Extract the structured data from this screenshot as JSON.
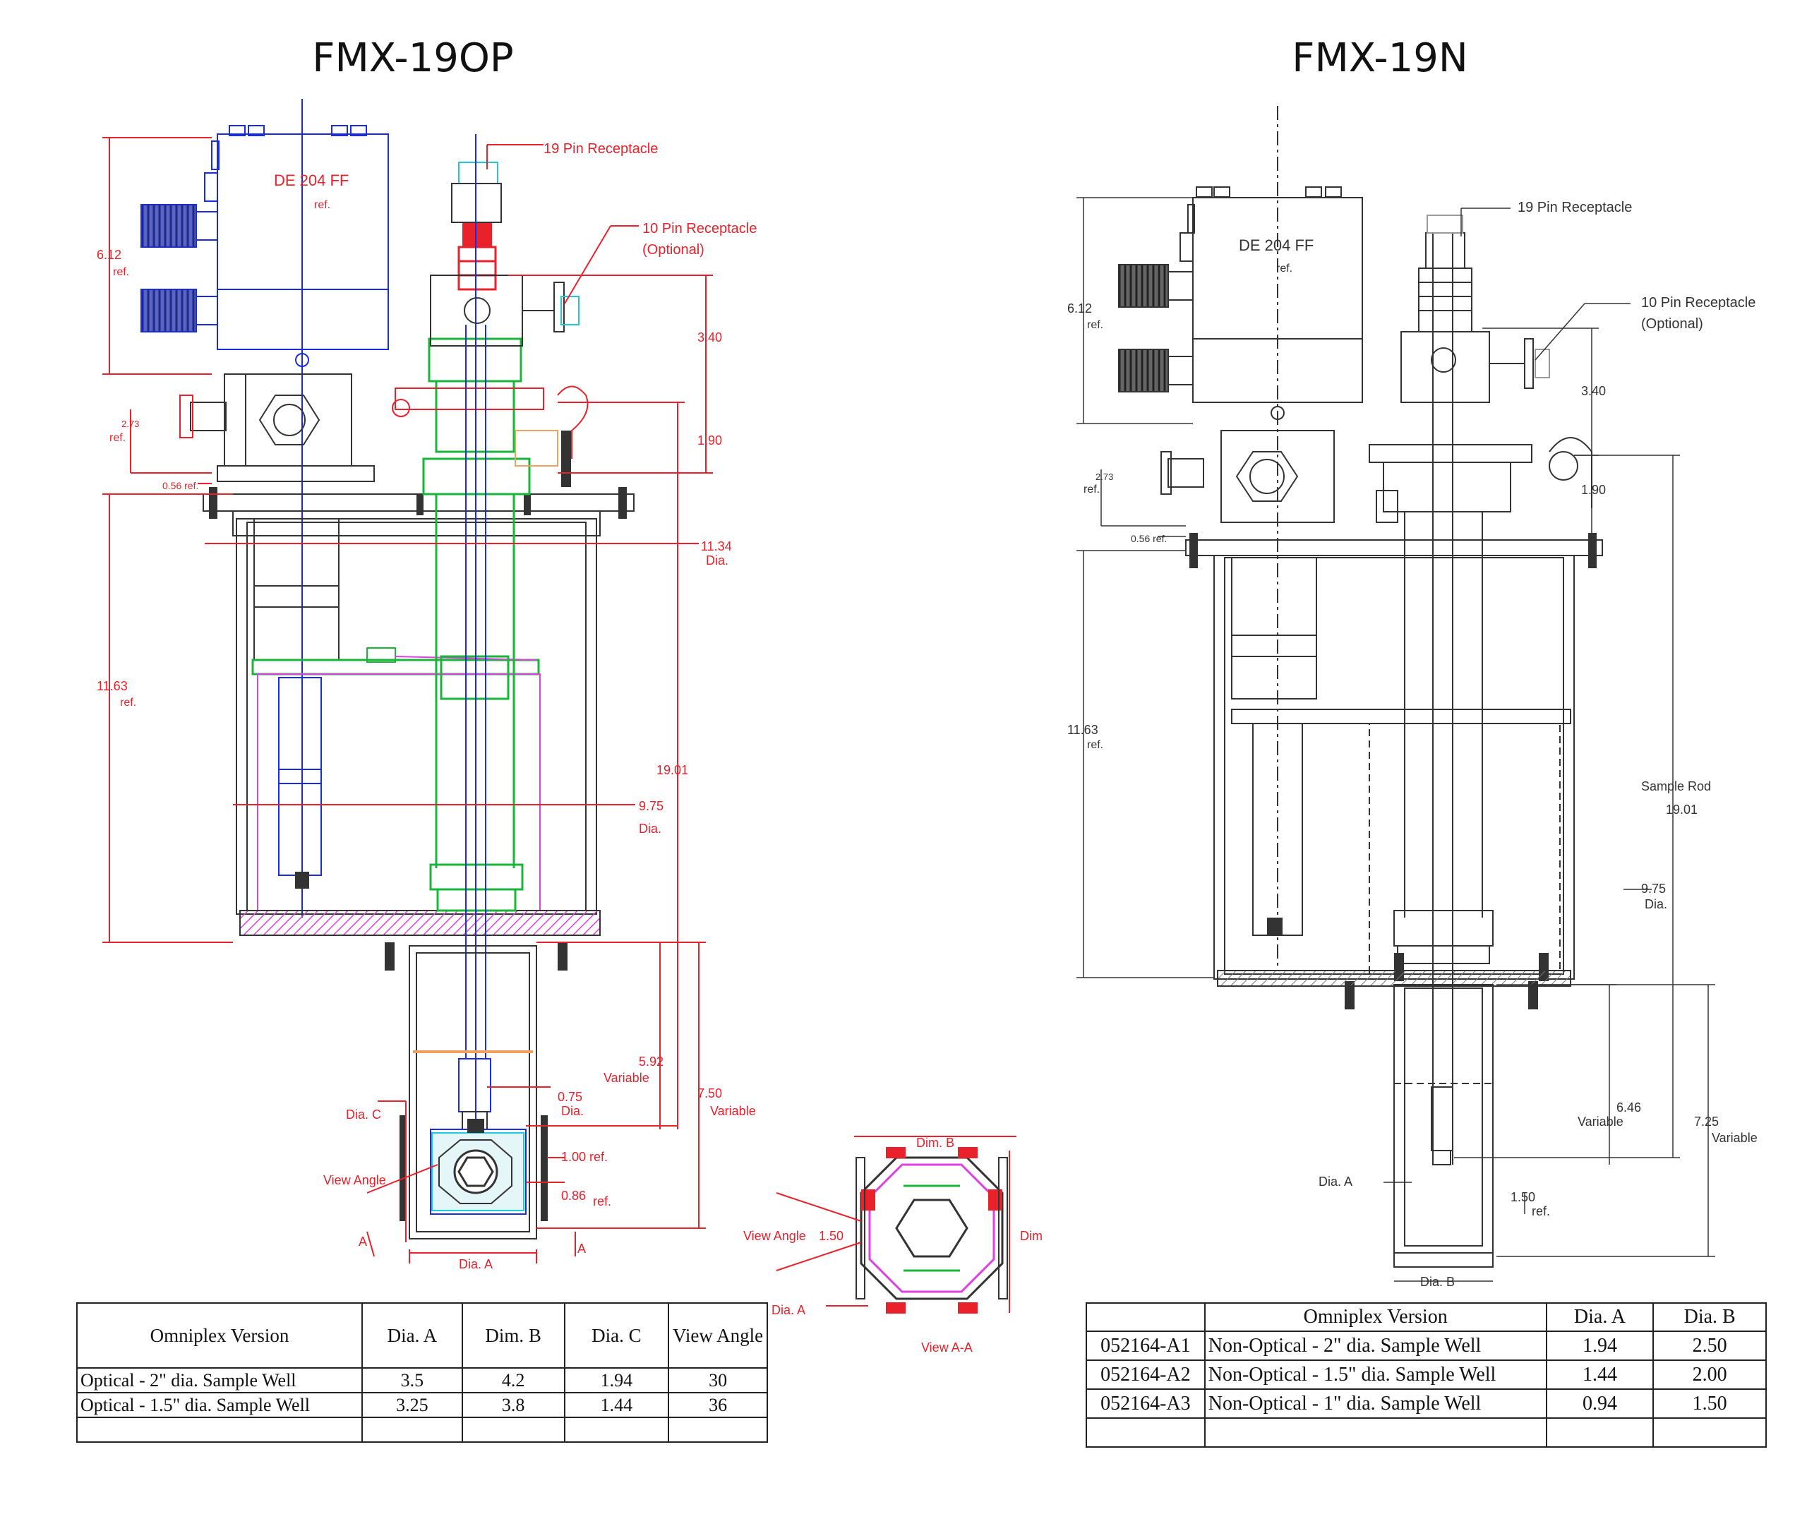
{
  "left": {
    "title": "FMX-19OP",
    "labels": {
      "pin19": "19 Pin Receptacle",
      "pin10": "10 Pin Receptacle",
      "optional": "(Optional)",
      "model": "DE 204 FF",
      "ref": "ref.",
      "d612": "6.12",
      "d273": "2.73",
      "d056": "0.56 ref.",
      "d340": "3.40",
      "d190": "1.90",
      "d1134": "11.34",
      "dia": "Dia.",
      "d1163": "11.63",
      "d1901": "19.01",
      "d975": "9.75",
      "d592": "5.92",
      "variable": "Variable",
      "d750": "7.50",
      "d075": "0.75",
      "diaC": "Dia. C",
      "viewAngle": "View Angle",
      "d100": "1.00",
      "d086": "0.86",
      "sectionA": "A",
      "diaA": "Dia. A",
      "dimB": "Dim. B",
      "d150": "1.50",
      "dim": "Dim",
      "viewAA": "View A-A"
    },
    "table": {
      "headers": [
        "Omniplex Version",
        "Dia. A",
        "Dim. B",
        "Dia. C",
        "View Angle"
      ],
      "rows": [
        [
          "Optical - 2\" dia. Sample Well",
          "3.5",
          "4.2",
          "1.94",
          "30"
        ],
        [
          "Optical - 1.5\" dia. Sample Well",
          "3.25",
          "3.8",
          "1.44",
          "36"
        ]
      ]
    }
  },
  "right": {
    "title": "FMX-19N",
    "labels": {
      "pin19": "19 Pin Receptacle",
      "pin10": "10 Pin Receptacle",
      "optional": "(Optional)",
      "model": "DE 204 FF",
      "ref": "ref.",
      "d612": "6.12",
      "d273": "2.73",
      "d056": "0.56 ref.",
      "d340": "3.40",
      "d190": "1.90",
      "d1163": "11.63",
      "sampleRod": "Sample Rod",
      "d1901": "19.01",
      "d975": "9.75",
      "dia": "Dia.",
      "d646": "6.46",
      "variable": "Variable",
      "d725": "7.25",
      "diaA": "Dia. A",
      "d150": "1.50",
      "diaB": "Dia. B"
    },
    "table": {
      "headers": [
        "",
        "Omniplex Version",
        "Dia. A",
        "Dia. B"
      ],
      "rows": [
        [
          "052164-A1",
          "Non-Optical - 2\" dia. Sample Well",
          "1.94",
          "2.50"
        ],
        [
          "052164-A2",
          "Non-Optical - 1.5\" dia. Sample Well",
          "1.44",
          "2.00"
        ],
        [
          "052164-A3",
          "Non-Optical - 1\" dia. Sample Well",
          "0.94",
          "1.50"
        ]
      ]
    }
  },
  "colors": {
    "dimension": "#e8212b",
    "blue": "#1a2ce0",
    "green": "#19b53a",
    "magenta": "#e040e0",
    "cyan": "#20c8d8",
    "orange": "#f0a060",
    "outline": "#333333",
    "knurl": "#3a3f9a"
  }
}
